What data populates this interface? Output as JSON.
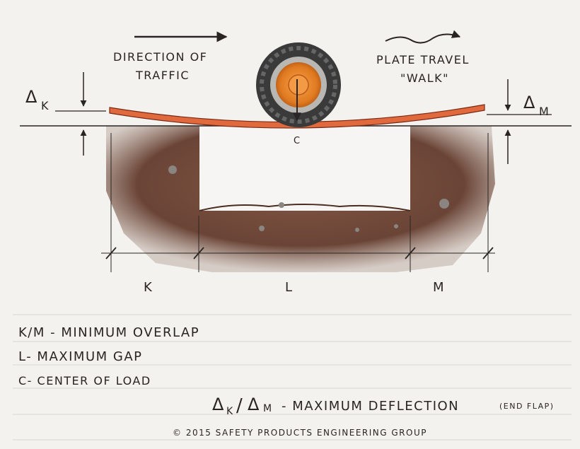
{
  "diagram": {
    "direction_label_line1": "DIRECTION OF",
    "direction_label_line2": "TRAFFIC",
    "plate_travel_line1": "PLATE TRAVEL",
    "plate_travel_line2": "\"WALK\"",
    "delta_k_symbol": "Δ",
    "delta_k_sub": "K",
    "delta_m_symbol": "Δ",
    "delta_m_sub": "M",
    "center_label": "C",
    "dim_k": "K",
    "dim_l": "L",
    "dim_m": "M"
  },
  "legend": {
    "line1": "K/M -   MINIMUM OVERLAP",
    "line2": "L- MAXIMUM GAP",
    "line3": "C- CENTER OF LOAD",
    "line4_sym_a": "Δ",
    "line4_sub_a": "K",
    "line4_slash": "/",
    "line4_sym_b": "Δ",
    "line4_sub_b": "M",
    "line4_text": "-  MAXIMUM DEFLECTION",
    "line4_note": "(END FLAP)",
    "footer": "© 2015   SAFETY PRODUCTS ENGINEERING GROUP"
  },
  "colors": {
    "plate": "#e06a3e",
    "soil": "#6b3f2e",
    "tire": "#3a3a3a",
    "hub": "#f08a2a"
  }
}
